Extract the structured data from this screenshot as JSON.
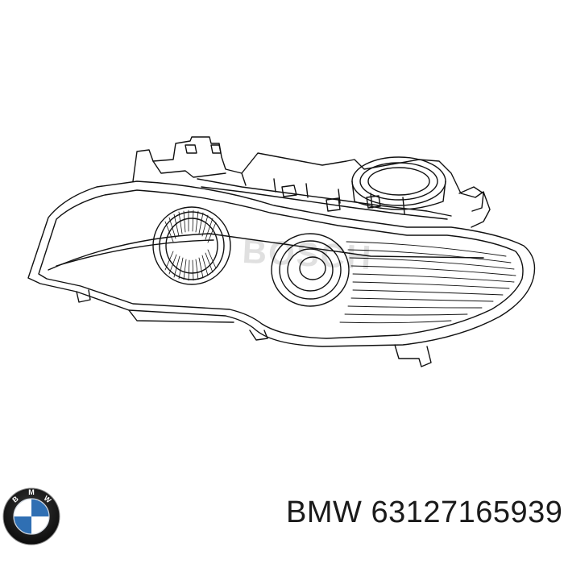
{
  "image": {
    "subject": "headlight-line-drawing",
    "watermark": "BOSCH",
    "line_color": "#111111",
    "background": "#ffffff"
  },
  "logo": {
    "brand": "BMW",
    "colors": {
      "blue": "#2f6fb3",
      "white": "#ffffff",
      "ring": "#111111"
    }
  },
  "caption": {
    "brand": "BMW",
    "part_number": "63127165939"
  }
}
